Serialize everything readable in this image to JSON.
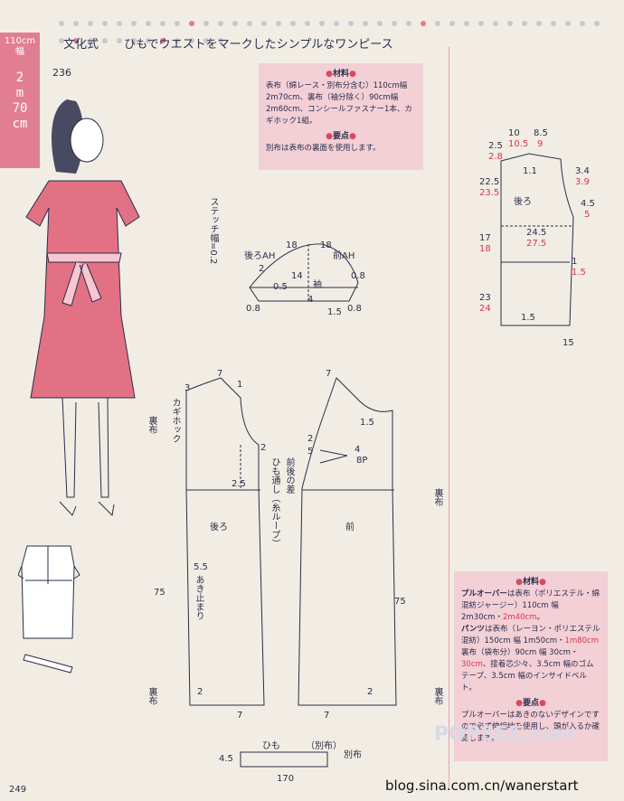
{
  "tab": {
    "width_label": "110cm幅",
    "length_label": [
      "2",
      "m",
      "70",
      "cm"
    ]
  },
  "header": {
    "code": "文化式",
    "title": "ひもでウエストをマークしたシンプルなワンピース"
  },
  "page_number": "236",
  "materials": {
    "title": "材料",
    "body": "表布（綿レース・別布分含む）110cm幅 2m70cm、裏布（袖分除く）90cm幅 2m60cm、コンシールファスナー1本、カギホック1組。",
    "points_title": "要点",
    "points_body": "別布は表布の裏面を使用します。"
  },
  "sleeve": {
    "stitch": "ステッチ幅=0.2",
    "back_ah": "後ろAH",
    "front_ah": "前AH",
    "n18a": "18",
    "n18b": "18",
    "n2": "2",
    "n14": "14",
    "n05": "0.5",
    "name": "袖",
    "n08a": "0.8",
    "n08b": "0.8",
    "n08c": "0.8",
    "n4": "4",
    "n15": "1.5"
  },
  "back": {
    "n3": "3",
    "n7": "7",
    "n1": "1",
    "n2": "2",
    "n25": "2.5",
    "n75": "75",
    "n55": "5.5",
    "open": "あき止まり",
    "label": "後ろ",
    "hook": "カギホック",
    "lining": "裏布",
    "n2b": "2",
    "n7b": "7",
    "loop": "ひも通し（糸ループ）"
  },
  "front": {
    "n7": "7",
    "n15": "1.5",
    "n2": "2",
    "n5": "5",
    "n4": "4",
    "n8p": "8P",
    "label": "前",
    "diff": "前後の差",
    "n75": "75",
    "lining": "裏布",
    "n7b": "7"
  },
  "pullover_pattern": {
    "top10": "10",
    "top85": "8.5",
    "n25": "2.5",
    "n105": "10.5",
    "n9": "9",
    "n28": "2.8",
    "n11": "1.1",
    "n34": "3.4",
    "n39": "3.9",
    "n225": "22.5",
    "n235": "23.5",
    "label": "後ろ",
    "n45": "4.5",
    "n5": "5",
    "n245": "24.5",
    "n275": "27.5",
    "n17": "17",
    "n18": "18",
    "n1": "1",
    "n15r": "1.5",
    "n23": "23",
    "n24": "24",
    "n15a": "1.5",
    "n15b": "15"
  },
  "tie": {
    "label": "ひも",
    "fabric": "（別布）",
    "fabric2": "別布",
    "n45": "4.5",
    "n170": "170"
  },
  "pullover": {
    "title": "材料",
    "p1_head": "プルオーバー",
    "p1_body": "は表布（ポリエステル・綿混紡ジャージー）110cm 幅 2m30cm・",
    "p1_red": "2m40cm",
    "p2_head": "パンツ",
    "p2_body": "は表布（レーヨン・ポリエステル混紡）150cm 幅 1m50cm・",
    "p2_red": "1m80cm",
    "p2_body2": " 裏布（袋布分）90cm 幅 30cm・",
    "p2_red2": "30cm",
    "p2_body3": "、接着芯少々、3.5cm 幅のゴムテープ、3.5cm 幅のインサイドベルト。",
    "points_title": "要点",
    "points_body": "プルオーバーはあきのないデザインですので必ず伸縮地を使用し、頭が入るか確認します。"
  },
  "footer": {
    "page": "249",
    "site": "blog.sina.com.cn/wanerstart",
    "watermark": "POPSEE.com"
  },
  "colors": {
    "accent": "#e17e92",
    "box": "#f3cfd6",
    "ink": "#2a2d4a",
    "red_text": "#d8354f"
  }
}
